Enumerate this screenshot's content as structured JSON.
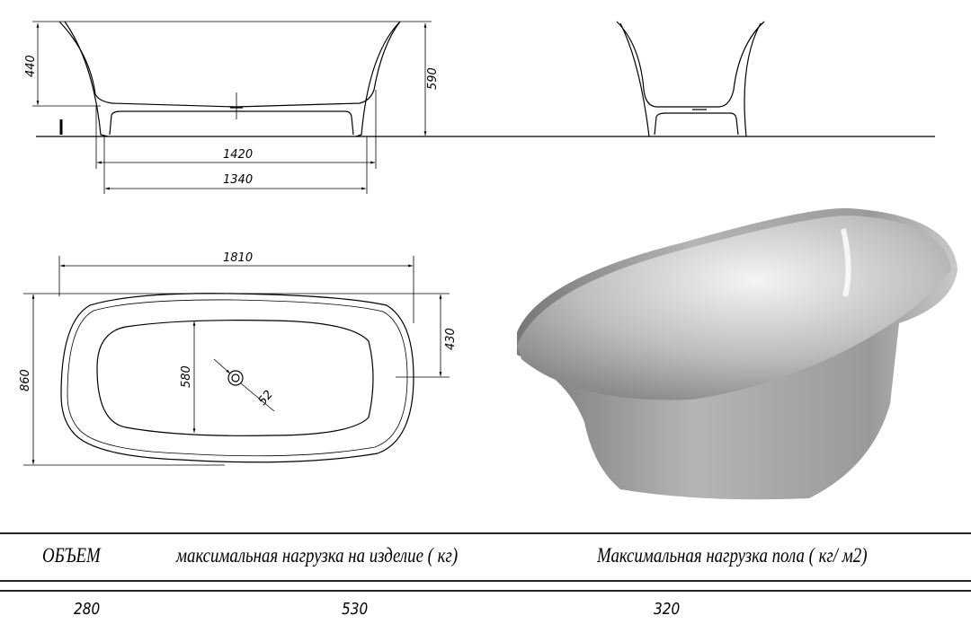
{
  "dimensions": {
    "height_inner": "440",
    "height_total": "590",
    "base_outer": "1420",
    "base_inner": "1340",
    "length": "1810",
    "width": "860",
    "half_width": "430",
    "inner_width": "580",
    "drain": "52"
  },
  "table": {
    "headers": [
      "ОБЪЕМ",
      "максимальная нагрузка на изделие ( кг)",
      "Максимальная нагрузка пола ( кг/ м2)"
    ],
    "values": [
      "280",
      "530",
      "320"
    ]
  }
}
